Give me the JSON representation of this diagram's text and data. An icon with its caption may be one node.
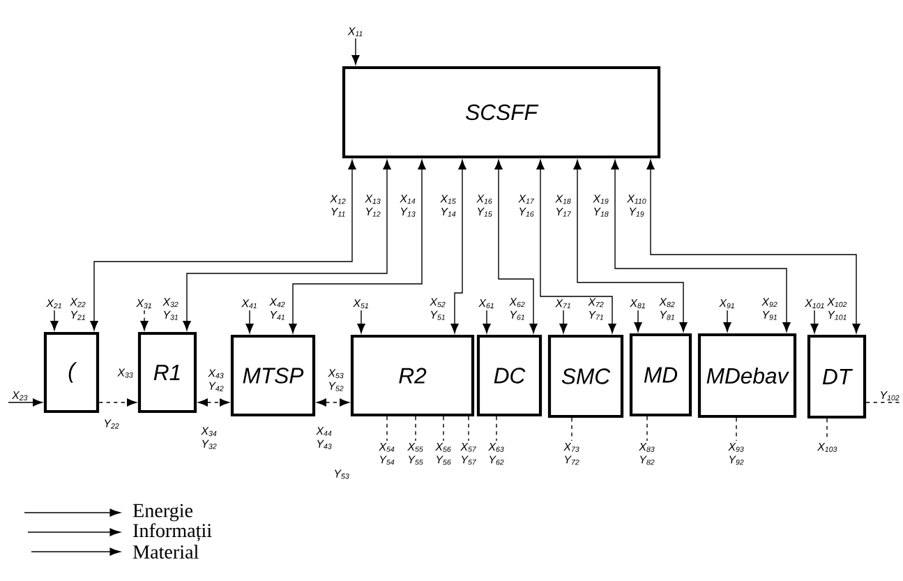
{
  "diagram": {
    "nodes": [
      {
        "text": [
          "SCSFF"
        ]
      },
      {
        "text": [
          "("
        ]
      },
      {
        "text": [
          "R1"
        ]
      },
      {
        "text": [
          "MTSP"
        ]
      },
      {
        "text": [
          "R2"
        ]
      },
      {
        "text": [
          "DC"
        ]
      },
      {
        "text": [
          "SMC"
        ]
      },
      {
        "text": [
          "MD"
        ]
      },
      {
        "text": [
          "MDebav"
        ]
      },
      {
        "text": [
          "DT"
        ]
      },
      {
        "text": [
          "X$_{11}$"
        ]
      },
      {
        "text": [
          "X$_{21}$"
        ]
      },
      {
        "text": [
          "X$_{31}$"
        ]
      },
      {
        "text": [
          "X$_{41}$"
        ]
      },
      {
        "text": [
          "X$_{51}$"
        ]
      },
      {
        "text": [
          "X$_{61}$"
        ]
      },
      {
        "text": [
          "X$_{71}$"
        ]
      },
      {
        "text": [
          "X$_{81}$"
        ]
      },
      {
        "text": [
          "X$_{91}$"
        ]
      },
      {
        "text": [
          "X$_{101}$"
        ]
      },
      {
        "text": [
          "X$_{23}$"
        ]
      },
      {
        "text": [
          "Y$_{102}$"
        ]
      },
      {
        "text": [
          "X$_{54}$ Y$_{54}$"
        ]
      },
      {
        "text": [
          "X$_{55}$ Y$_{55}$"
        ]
      },
      {
        "text": [
          "X$_{56}$ Y$_{56}$"
        ]
      },
      {
        "text": [
          "X$_{57}$ Y$_{57}$"
        ]
      },
      {
        "text": [
          "X$_{63}$ Y$_{62}$"
        ]
      },
      {
        "text": [
          "X$_{73}$ Y$_{72}$"
        ]
      },
      {
        "text": [
          "X$_{83}$ Y$_{82}$"
        ]
      },
      {
        "text": [
          "X$_{93}$ Y$_{92}$"
        ]
      },
      {
        "text": [
          "X$_{103}$"
        ]
      }
    ],
    "edges": [
      {
        "from": 0,
        "to": 1,
        "arrow": "both"
      },
      {
        "from": 0,
        "to": 2,
        "arrow": "both"
      },
      {
        "from": 0,
        "to": 3,
        "arrow": "both"
      },
      {
        "from": 0,
        "to": 4,
        "arrow": "both"
      },
      {
        "from": 0,
        "to": 5,
        "arrow": "both"
      },
      {
        "from": 0,
        "to": 6,
        "arrow": "both"
      },
      {
        "from": 0,
        "to": 7,
        "arrow": "both"
      },
      {
        "from": 0,
        "to": 8,
        "arrow": "both"
      },
      {
        "from": 0,
        "to": 9,
        "arrow": "both"
      },
      {
        "from": 10,
        "to": 0,
        "arrow": "to"
      },
      {
        "from": 11,
        "to": 1,
        "arrow": "to"
      },
      {
        "from": 12,
        "to": 2,
        "arrow": "to",
        "style": "dashed"
      },
      {
        "from": 13,
        "to": 3,
        "arrow": "to"
      },
      {
        "from": 14,
        "to": 4,
        "arrow": "to"
      },
      {
        "from": 15,
        "to": 5,
        "arrow": "to"
      },
      {
        "from": 16,
        "to": 6,
        "arrow": "to"
      },
      {
        "from": 17,
        "to": 7,
        "arrow": "to"
      },
      {
        "from": 18,
        "to": 8,
        "arrow": "to"
      },
      {
        "from": 19,
        "to": 9,
        "arrow": "to"
      },
      {
        "from": 20,
        "to": 1,
        "arrow": "to"
      },
      {
        "from": 1,
        "to": 2,
        "arrow": "to",
        "style": "dashed"
      },
      {
        "from": 2,
        "to": 3,
        "arrow": "both",
        "style": "dashed"
      },
      {
        "from": 3,
        "to": 4,
        "arrow": "both",
        "style": "dashed"
      },
      {
        "from": 9,
        "to": 21,
        "arrow": "none",
        "style": "dashed"
      },
      {
        "from": 4,
        "to": 22,
        "arrow": "none",
        "style": "dashed"
      },
      {
        "from": 4,
        "to": 23,
        "arrow": "none",
        "style": "dashed"
      },
      {
        "from": 4,
        "to": 24,
        "arrow": "none",
        "style": "dashed"
      },
      {
        "from": 4,
        "to": 25,
        "arrow": "none",
        "style": "dashed"
      },
      {
        "from": 5,
        "to": 26,
        "arrow": "none",
        "style": "dashed"
      },
      {
        "from": 6,
        "to": 27,
        "arrow": "none",
        "style": "dashed"
      },
      {
        "from": 7,
        "to": 28,
        "arrow": "none",
        "style": "dashed"
      },
      {
        "from": 8,
        "to": 29,
        "arrow": "none",
        "style": "dashed"
      },
      {
        "from": 9,
        "to": 30,
        "arrow": "none",
        "style": "dashed"
      }
    ],
    "labels": [
      "X$_{12}$ Y$_{11}$",
      "X$_{13}$ Y$_{12}$",
      "X$_{14}$ Y$_{13}$",
      "X$_{15}$ Y$_{14}$",
      "X$_{16}$ Y$_{15}$",
      "X$_{17}$ Y$_{16}$",
      "X$_{18}$ Y$_{17}$",
      "X$_{19}$ Y$_{18}$",
      "X$_{110}$ Y$_{19}$",
      "X$_{22}$ Y$_{21}$",
      "X$_{32}$ Y$_{31}$",
      "X$_{42}$ Y$_{41}$",
      "X$_{52}$ Y$_{51}$",
      "X$_{62}$ Y$_{61}$",
      "X$_{72}$ Y$_{71}$",
      "X$_{82}$ Y$_{81}$",
      "X$_{92}$ Y$_{91}$",
      "X$_{102}$ Y$_{101}$",
      "X$_{33}$",
      "X$_{43}$ Y$_{42}$",
      "X$_{53}$ Y$_{52}$",
      "Y$_{22}$",
      "X$_{34}$ Y$_{32}$",
      "X$_{44}$ Y$_{43}$",
      "Y$_{53}$"
    ],
    "legend": [
      {
        "text": "Energie"
      },
      {
        "text": "Informații"
      },
      {
        "text": "Material"
      }
    ]
  }
}
